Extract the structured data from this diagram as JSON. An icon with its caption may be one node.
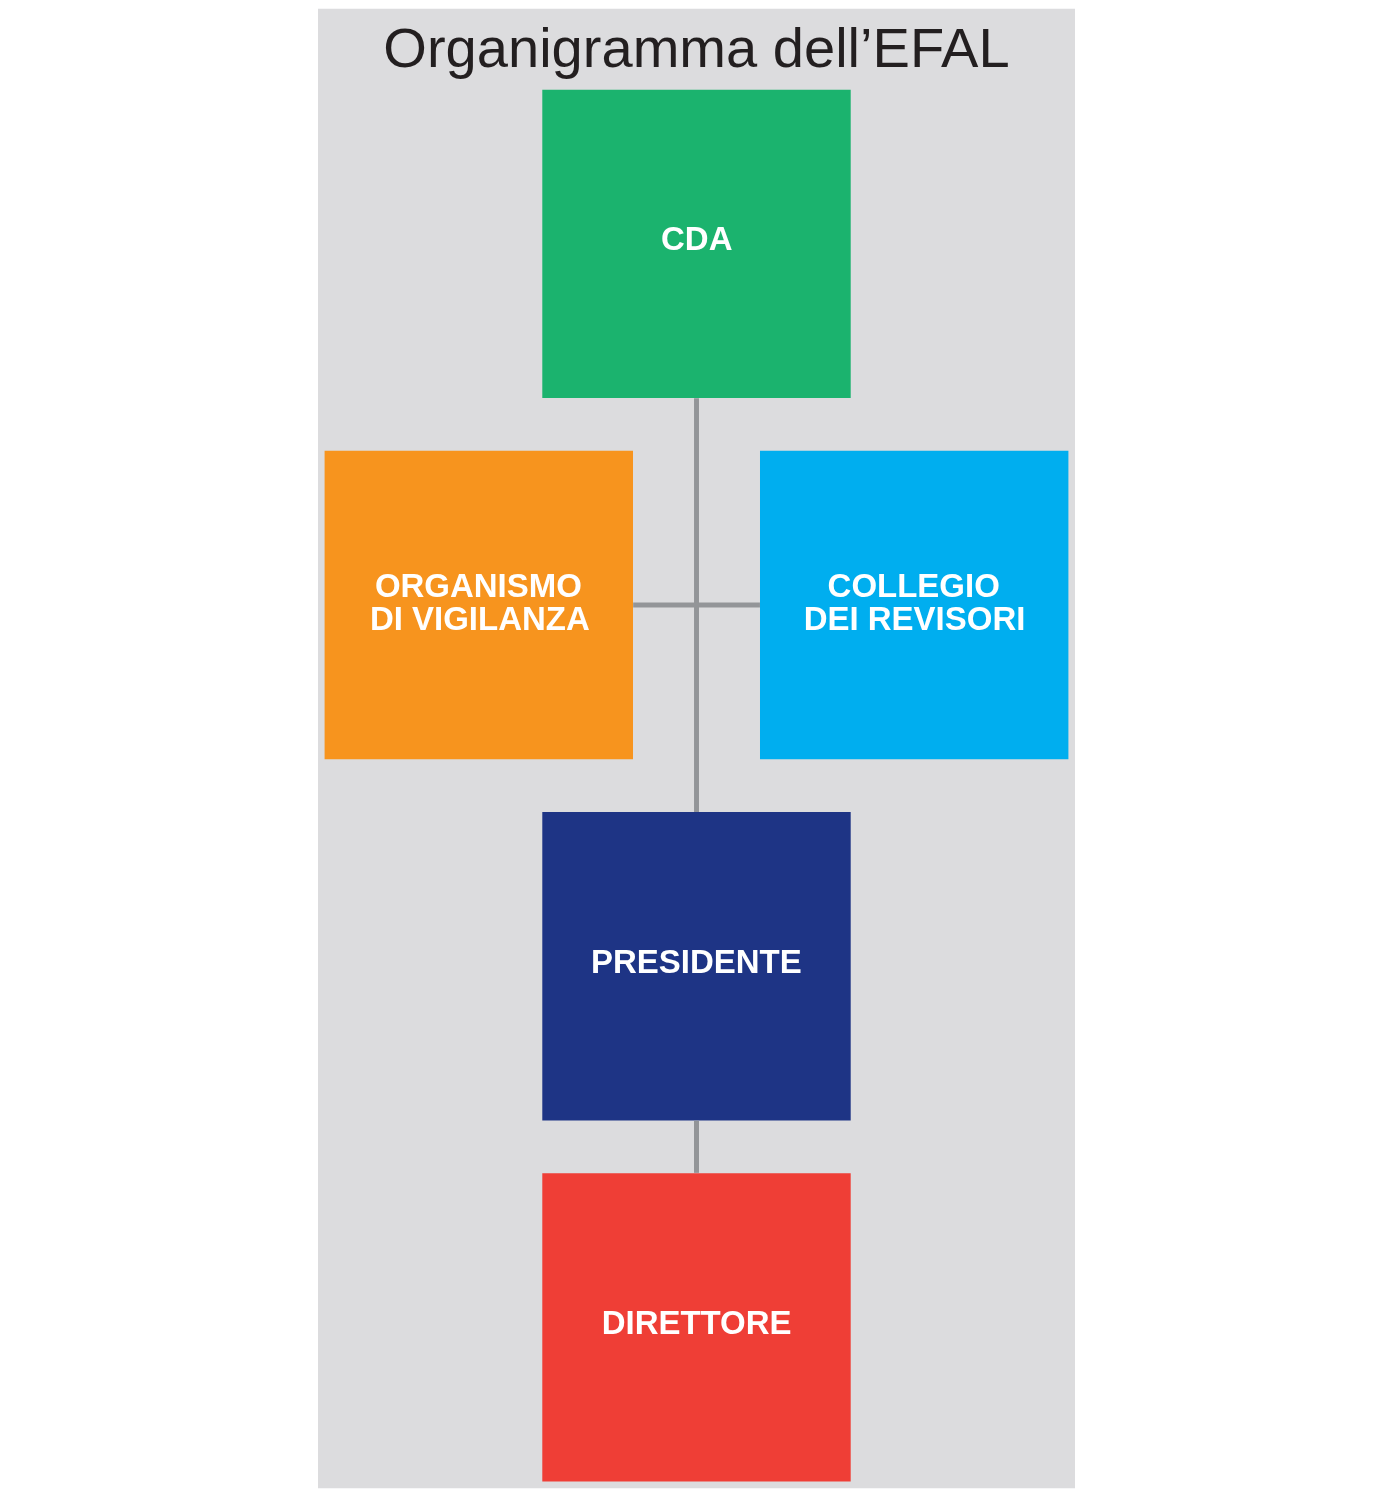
{
  "diagram": {
    "title": "Organigramma dell’EFAL",
    "nodes": [
      {
        "text": [
          "CDA"
        ]
      },
      {
        "text": [
          "ORGANISMO DI VIGILANZA"
        ]
      },
      {
        "text": [
          "COLLEGIO DEI REVISORI"
        ]
      },
      {
        "text": [
          "PRESIDENTE"
        ]
      },
      {
        "text": [
          "DIRETTORE"
        ]
      }
    ],
    "edges": [
      {
        "from": 0,
        "to": 3,
        "arrow": "none"
      },
      {
        "from": 1,
        "to": 2,
        "arrow": "none"
      },
      {
        "from": 3,
        "to": 4,
        "arrow": "none"
      }
    ]
  }
}
